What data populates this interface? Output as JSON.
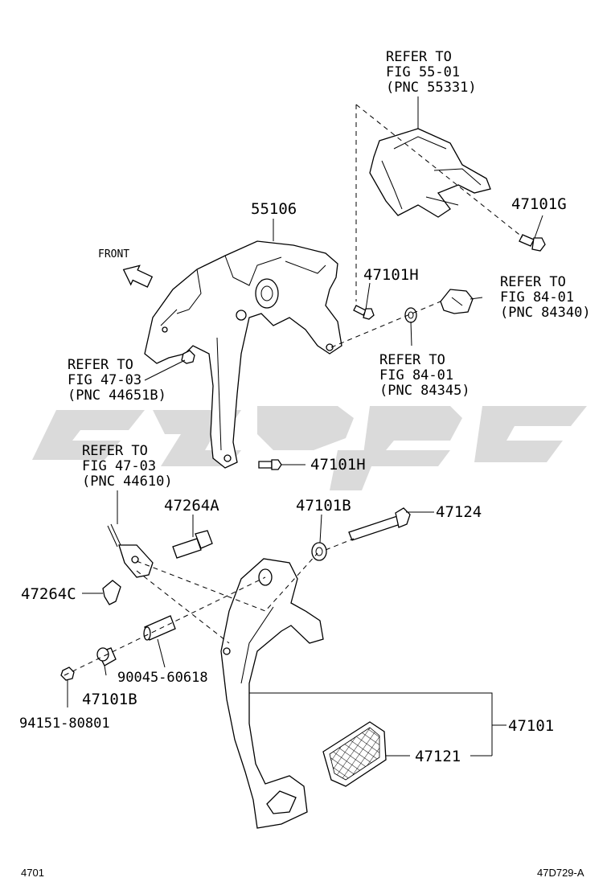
{
  "diagram": {
    "front_label": "FRONT",
    "footer_left": "4701",
    "footer_right": "47D729-A",
    "refer_55_01": [
      "REFER TO",
      "FIG 55-01",
      "(PNC 55331)"
    ],
    "refer_84_01_84340": [
      "REFER TO",
      "FIG 84-01",
      "(PNC 84340)"
    ],
    "refer_84_01_84345": [
      "REFER TO",
      "FIG 84-01",
      "(PNC 84345)"
    ],
    "refer_47_03_44651B": [
      "REFER TO",
      "FIG 47-03",
      "(PNC 44651B)"
    ],
    "refer_47_03_44610": [
      "REFER TO",
      "FIG 47-03",
      "(PNC 44610)"
    ],
    "parts": {
      "p55106": "55106",
      "p47101G": "47101G",
      "p47101H_top": "47101H",
      "p47101H_mid": "47101H",
      "p47264A": "47264A",
      "p47101B_top": "47101B",
      "p47124": "47124",
      "p47264C": "47264C",
      "p90045": "90045-60618",
      "p47101B_bottom": "47101B",
      "p94151": "94151-80801",
      "p47101": "47101",
      "p47121": "47121"
    }
  }
}
